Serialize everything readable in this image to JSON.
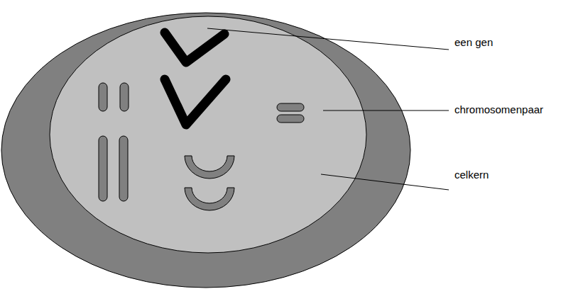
{
  "diagram": {
    "labels": [
      "een gen",
      "chromosomenpaar",
      "celkern"
    ]
  }
}
